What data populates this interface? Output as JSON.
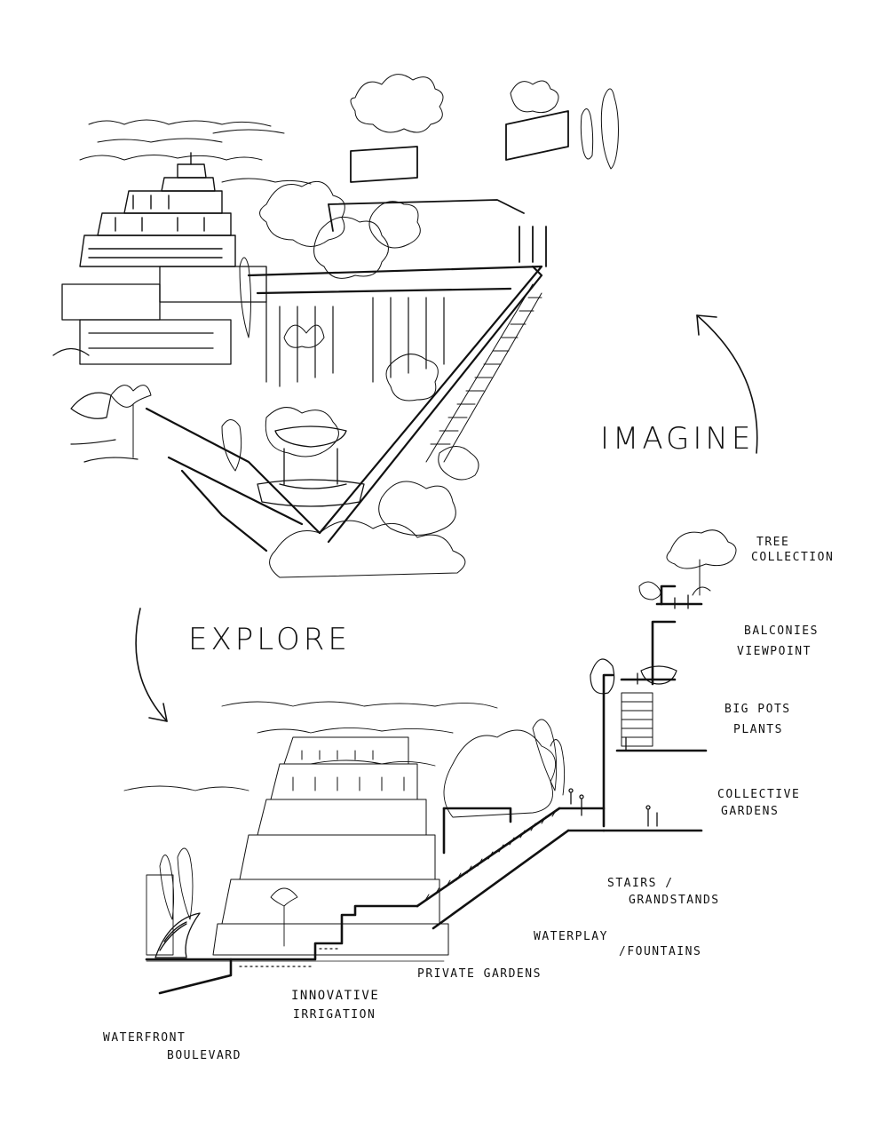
{
  "headings": {
    "imagine": "IMAGINE",
    "explore": "EXPLORE"
  },
  "labels": {
    "tree_collection": [
      "TREE",
      "COLLECTION"
    ],
    "balconies": [
      "BALCONIES",
      "VIEWPOINT"
    ],
    "big_pots": [
      "BIG POTS",
      "PLANTS"
    ],
    "collective": [
      "COLLECTIVE",
      "GARDENS"
    ],
    "stairs": [
      "STAIRS /",
      "GRANDSTANDS"
    ],
    "waterplay": [
      "WATERPLAY",
      "/FOUNTAINS"
    ],
    "private": [
      "PRIVATE GARDENS"
    ],
    "irrigation": [
      "INNOVATIVE",
      "IRRIGATION"
    ],
    "waterfront": [
      "WATERFRONT",
      "BOULEVARD"
    ]
  },
  "colors": {
    "ink": "#111111",
    "paper": "#ffffff"
  }
}
